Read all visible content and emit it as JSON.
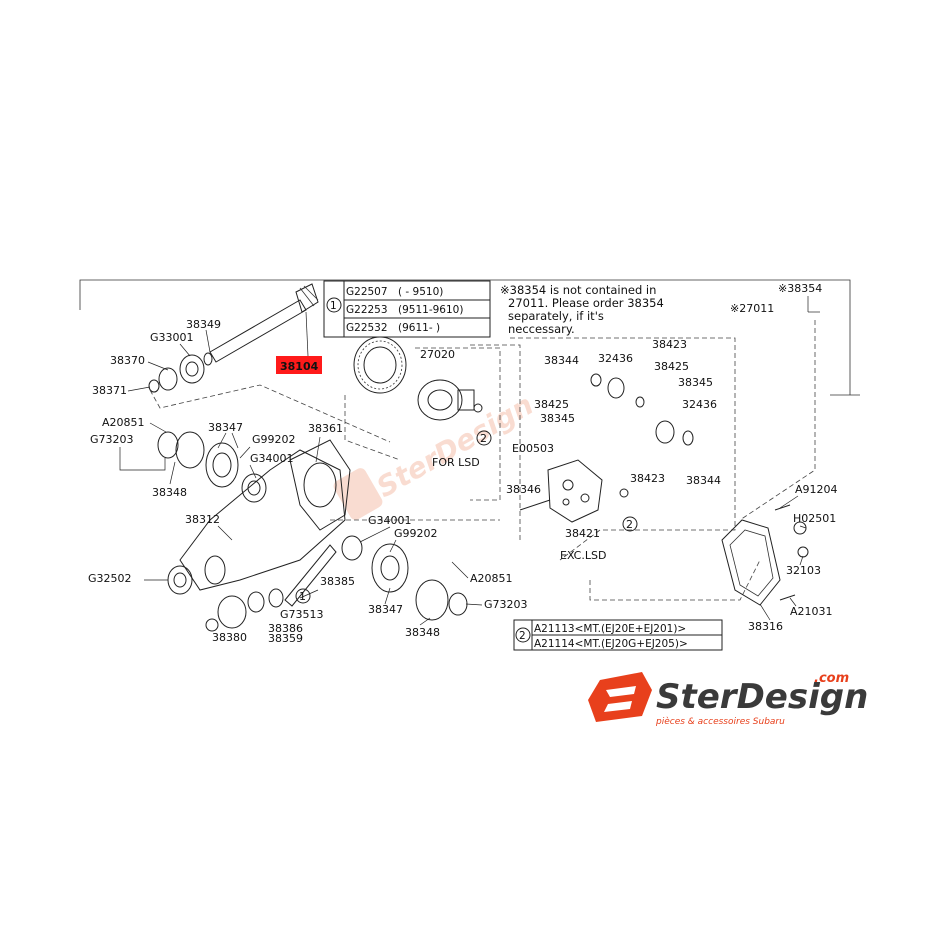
{
  "diagram": {
    "highlight_part": "38104",
    "accent_color": "#ff1a1a",
    "parts": {
      "p38349": "38349",
      "g33001": "G33001",
      "p38370": "38370",
      "p38371": "38371",
      "a20851_l": "A20851",
      "g73203_l": "G73203",
      "p38347_l": "38347",
      "g99202_l": "G99202",
      "g34001_l": "G34001",
      "p38361": "38361",
      "p38348_l": "38348",
      "p38312": "38312",
      "g32502": "G32502",
      "g73513": "G73513",
      "p38386": "38386",
      "p38380": "38380",
      "p38359": "38359",
      "p38385": "38385",
      "g34001_r": "G34001",
      "g99202_r": "G99202",
      "p38347_r": "38347",
      "a20851_r": "A20851",
      "p38348_r": "38348",
      "g73203_r": "G73203",
      "p27020": "27020",
      "for_lsd": "FOR LSD",
      "exc_lsd": "EXC.LSD",
      "p38344_a": "38344",
      "p32436_a": "32436",
      "p38423_a": "38423",
      "p38425_a": "38425",
      "p38345_a": "38345",
      "p38425_b": "38425",
      "p38345_b": "38345",
      "p32436_b": "32436",
      "e00503": "E00503",
      "p38346": "38346",
      "p38423_b": "38423",
      "p38344_b": "38344",
      "p38421": "38421",
      "p27011": "※27011",
      "p38354": "※38354",
      "a91204": "A91204",
      "h02501": "H02501",
      "p32103": "32103",
      "a21031": "A21031",
      "p38316": "38316"
    },
    "table1": {
      "marker": "1",
      "rows": [
        [
          "G22507",
          "(      - 9510)"
        ],
        [
          "G22253",
          "(9511-9610)"
        ],
        [
          "G22532",
          "(9611-      )"
        ]
      ]
    },
    "table2": {
      "marker": "2",
      "rows": [
        "A21113<MT.(EJ20E+EJ201)>",
        "A21114<MT.(EJ20G+EJ205)>"
      ]
    },
    "note_lines": [
      "※38354 is not contained in",
      "27011. Please order 38354",
      "separately, if it's",
      "neccessary."
    ]
  },
  "logo": {
    "brand": "SterDesign",
    "suffix": ".com",
    "tagline": "pièces & accessoires Subaru",
    "color_primary": "#e8401c",
    "color_dark": "#3a3a3a"
  },
  "watermark": {
    "text": "SterDesign",
    "color": "#f3b39a"
  }
}
